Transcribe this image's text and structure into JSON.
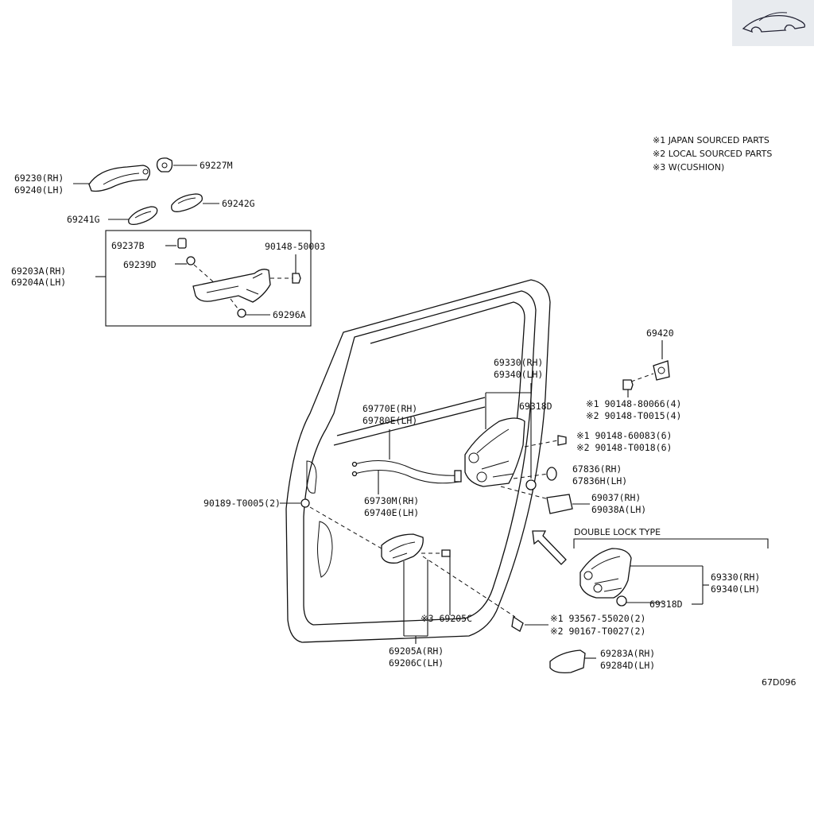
{
  "notes": [
    "※1 JAPAN SOURCED PARTS",
    "※2 LOCAL SOURCED PARTS",
    "※3 W(CUSHION)"
  ],
  "labels": {
    "p69230": "69230(RH)",
    "p69240": "69240(LH)",
    "p69227M": "69227M",
    "p69242G": "69242G",
    "p69241G": "69241G",
    "p69237B": "69237B",
    "p69239D": "69239D",
    "p90148_50003": "90148-50003",
    "p69203A": "69203A(RH)",
    "p69204A": "69204A(LH)",
    "p69296A": "69296A",
    "p69420": "69420",
    "p69330a": "69330(RH)",
    "p69340a": "69340(LH)",
    "p69318Da": "69318D",
    "p90148_80066": "※1 90148-80066(4)",
    "p90148_T0015": "※2 90148-T0015(4)",
    "p69770E": "69770E(RH)",
    "p69780E": "69780E(LH)",
    "p90148_60083": "※1 90148-60083(6)",
    "p90148_T0018": "※2 90148-T0018(6)",
    "p67836": "67836(RH)",
    "p67836H": "67836H(LH)",
    "p69037": "69037(RH)",
    "p69038A": "69038A(LH)",
    "p69730M": "69730M(RH)",
    "p69740E": "69740E(LH)",
    "p90189": "90189-T0005(2)",
    "double_lock": "DOUBLE LOCK TYPE",
    "p69330b": "69330(RH)",
    "p69340b": "69340(LH)",
    "p69318Db": "69318D",
    "p69205C": "※3 69205C",
    "p93567": "※1 93567-55020(2)",
    "p90167": "※2 90167-T0027(2)",
    "p69205A": "69205A(RH)",
    "p69206C": "69206C(LH)",
    "p69283A": "69283A(RH)",
    "p69284D": "69284D(LH)",
    "code": "67D096"
  },
  "icons": {
    "watermark": "car-silhouette-icon"
  }
}
